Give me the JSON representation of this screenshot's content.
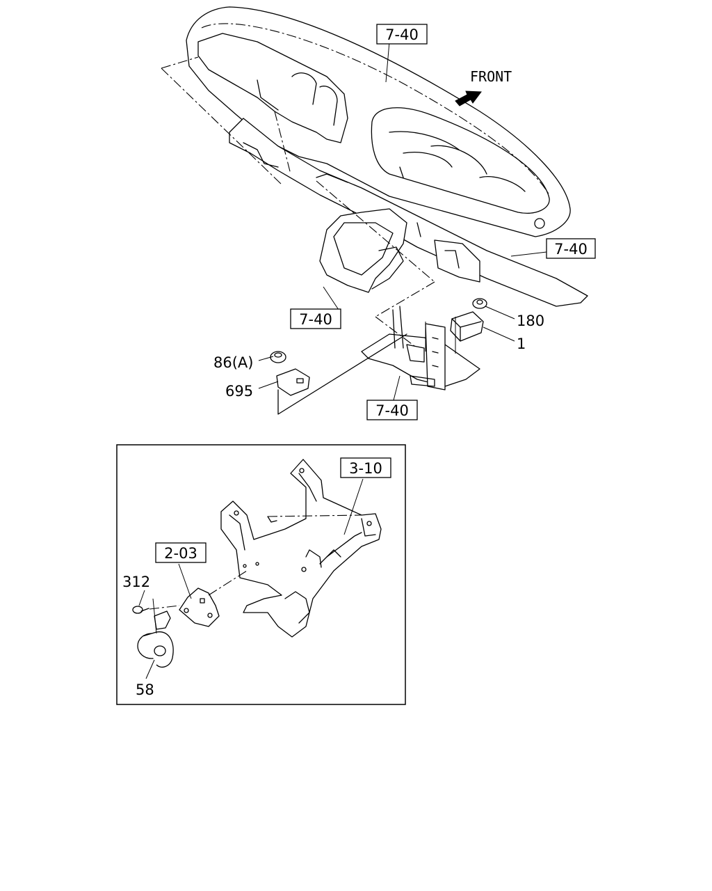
{
  "callouts": {
    "ref_top": "7-40",
    "ref_right": "7-40",
    "ref_mid": "7-40",
    "ref_bottom": "7-40",
    "ref_inset_frame": "3-10",
    "ref_inset_bracket": "2-03",
    "part_180": "180",
    "part_1": "1",
    "part_86a": "86(A)",
    "part_695": "695",
    "part_312": "312",
    "part_58": "58"
  },
  "direction": {
    "label": "FRONT"
  },
  "icons": {
    "front_arrow": "arrow-right-up-icon"
  }
}
